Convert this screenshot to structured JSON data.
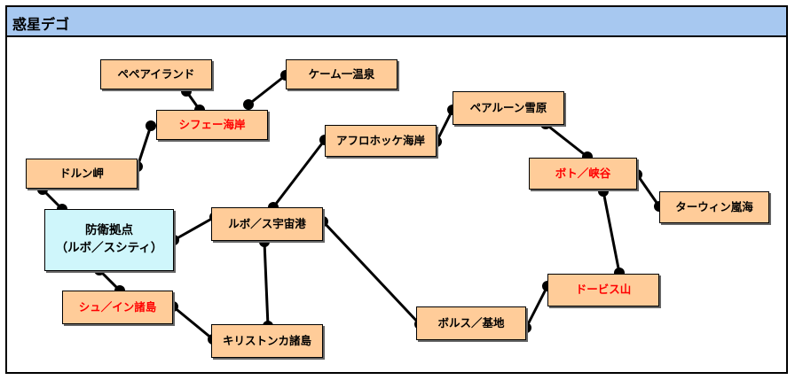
{
  "map": {
    "title": "惑星デゴ",
    "nodes": [
      {
        "id": "pepe",
        "label": "ペペアイランド",
        "red": false
      },
      {
        "id": "keimu",
        "label": "ケーム一温泉",
        "red": false
      },
      {
        "id": "shife",
        "label": "シフェー海岸",
        "red": true
      },
      {
        "id": "afuro",
        "label": "アフロホッケ海岸",
        "red": false
      },
      {
        "id": "pearun",
        "label": "ペアルーン雪原",
        "red": false
      },
      {
        "id": "dorun",
        "label": "ドルン岬",
        "red": false
      },
      {
        "id": "boto",
        "label": "ボト／峡谷",
        "red": true
      },
      {
        "id": "tawin",
        "label": "ターウィン嵐海",
        "red": false
      },
      {
        "id": "hub",
        "label": "防衛拠点\n（ルボ／スシティ）",
        "red": false
      },
      {
        "id": "port",
        "label": "ルボ／ス宇宙港",
        "red": false
      },
      {
        "id": "shuno",
        "label": "シュ／イン諸島",
        "red": true
      },
      {
        "id": "dobisu",
        "label": "ドービス山",
        "red": true
      },
      {
        "id": "borusu",
        "label": "ボルス／基地",
        "red": false
      },
      {
        "id": "kiri",
        "label": "キリストンカ諸島",
        "red": false
      }
    ]
  }
}
